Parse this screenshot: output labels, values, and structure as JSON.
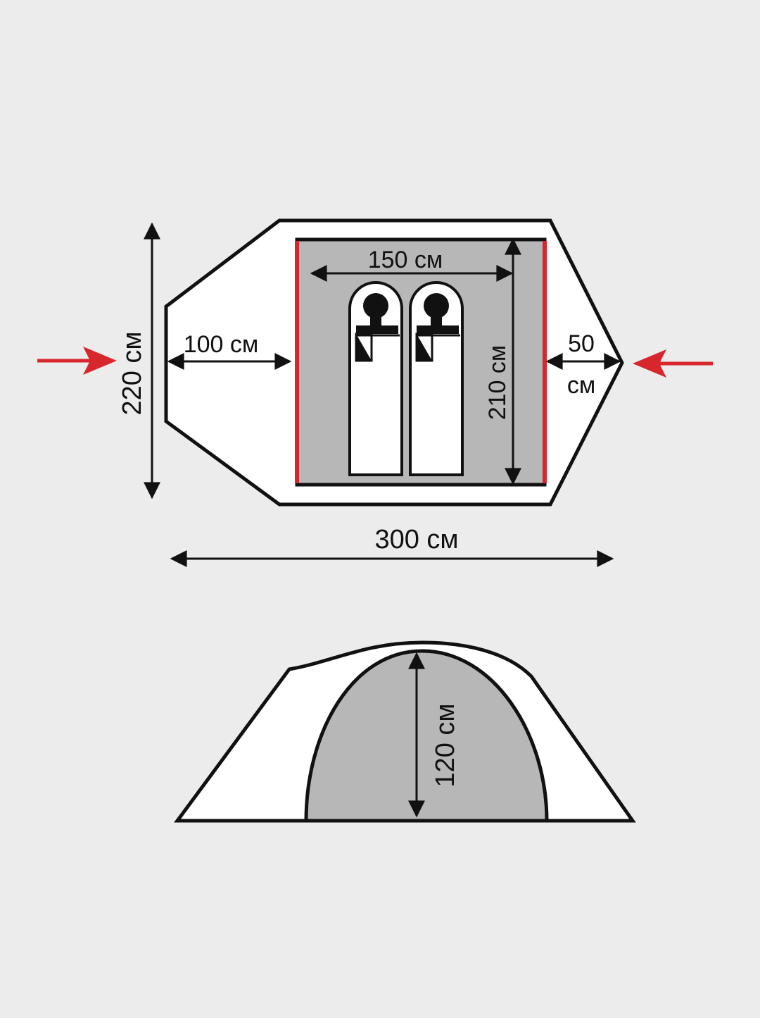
{
  "colors": {
    "background": "#ececec",
    "outline": "#111111",
    "tent_fill": "#ffffff",
    "inner_fill": "#b7b7b7",
    "door_red": "#d8262d",
    "entrance_arrow": "#d8262d"
  },
  "plan_view": {
    "total_length_label": "300 см",
    "total_width_label": "220 см",
    "front_vestibule_label": "100 см",
    "rear_vestibule_value": "50",
    "rear_vestibule_unit": "см",
    "inner_width_label": "150 см",
    "inner_length_label": "210 см",
    "sleepers": 2,
    "entrances": [
      "left",
      "right"
    ]
  },
  "side_view": {
    "height_label": "120 см"
  }
}
